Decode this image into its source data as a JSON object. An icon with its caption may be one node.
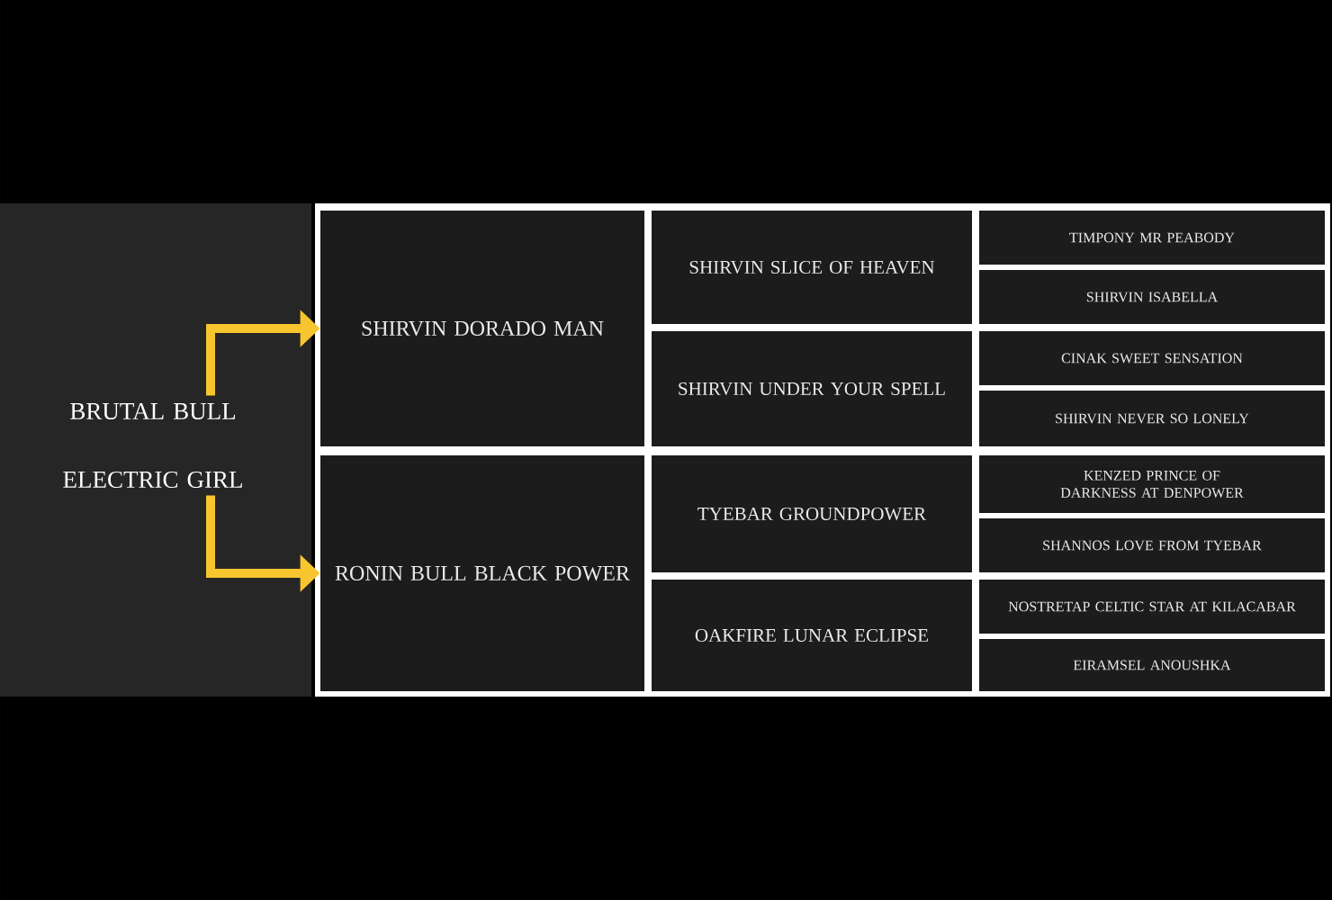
{
  "diagram": {
    "nodes": [
      {
        "text": [
          "BRUTAL BULL ELECTRIC GIRL"
        ]
      },
      {
        "text": [
          "SHIRVIN DORADO MAN"
        ]
      },
      {
        "text": [
          "SHIRVIN SLICE OF HEAVEN"
        ]
      },
      {
        "text": [
          "TIMPONY MR PEABODY"
        ]
      },
      {
        "text": [
          "SHIRVIN ISABELLA"
        ]
      },
      {
        "text": [
          "SHIRVIN UNDER YOUR SPELL"
        ]
      },
      {
        "text": [
          "CINAK SWEET SENSATION"
        ]
      },
      {
        "text": [
          "SHIRVIN NEVER SO LONELY"
        ]
      },
      {
        "text": [
          "RONIN BULL BLACK POWER"
        ]
      },
      {
        "text": [
          "TYEBAR GROUNDPOWER"
        ]
      },
      {
        "text": [
          "KENZED PRINCE OF DARKNESS AT DENPOWER"
        ]
      },
      {
        "text": [
          "SHANNOS LOVE FROM TYEBAR"
        ]
      },
      {
        "text": [
          "OAKFIRE LUNAR ECLIPSE"
        ]
      },
      {
        "text": [
          "NOSTRETAP CELTIC STAR AT KILACABAR"
        ]
      },
      {
        "text": [
          "EIRAMSEL ANOUSHKA"
        ]
      }
    ],
    "edges": [
      {
        "from": 0,
        "to": 1,
        "arrow": "to"
      },
      {
        "from": 0,
        "to": 8,
        "arrow": "to"
      }
    ]
  }
}
